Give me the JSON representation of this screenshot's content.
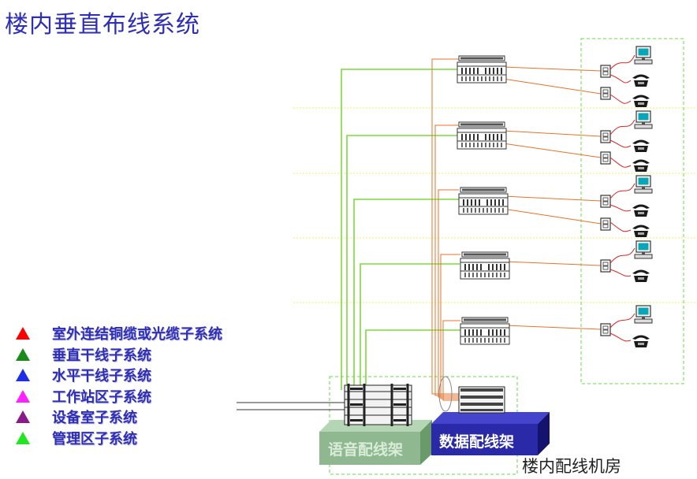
{
  "title": "楼内垂直布线系统",
  "legend": [
    {
      "label": "室外连结铜缆或光缆子系统",
      "color": "#ff0000"
    },
    {
      "label": "垂直干线子系统",
      "color": "#1a8a1a"
    },
    {
      "label": "水平干线子系统",
      "color": "#1f2fe6"
    },
    {
      "label": "工作站区子系统",
      "color": "#ff22ff"
    },
    {
      "label": "设备室子系统",
      "color": "#8a1a8a"
    },
    {
      "label": "管理区子系统",
      "color": "#22e622"
    }
  ],
  "equipment_room": {
    "voice_frame_label": "语音配线架",
    "data_frame_label": "数据配线架",
    "room_label": "楼内配线机房"
  },
  "colors": {
    "title": "#2e2eb8",
    "green_cable": "#7cd83c",
    "orange_cable": "#e8722a",
    "red_cord": "#e22222",
    "dashed_frame": "#66dd44",
    "floor_line": "#f0f060",
    "voice_frame": "#8fb890",
    "data_frame": "#2a2aa8"
  }
}
